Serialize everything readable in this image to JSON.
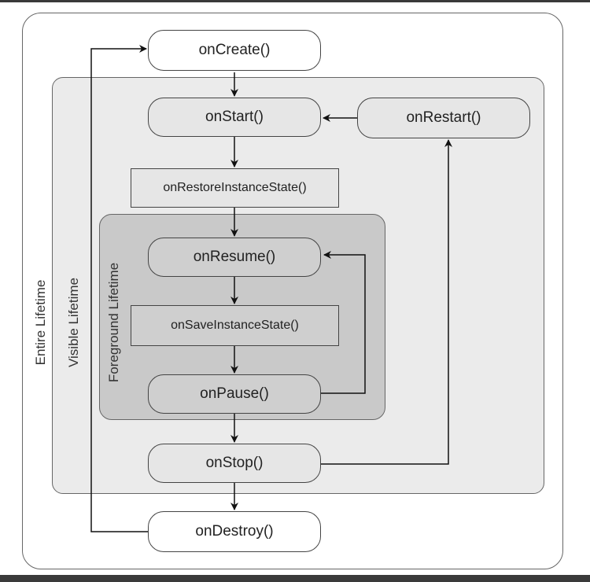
{
  "regions": {
    "entire_label": "Entire Lifetime",
    "visible_label": "Visible Lifetime",
    "foreground_label": "Foreground Lifetime"
  },
  "nodes": {
    "on_create": "onCreate()",
    "on_start": "onStart()",
    "on_restart": "onRestart()",
    "on_restore_instance_state": "onRestoreInstanceState()",
    "on_resume": "onResume()",
    "on_save_instance_state": "onSaveInstanceState()",
    "on_pause": "onPause()",
    "on_stop": "onStop()",
    "on_destroy": "onDestroy()"
  },
  "colors": {
    "entire_fill": "#ffffff",
    "visible_fill": "#ebebeb",
    "foreground_fill": "#c9c9c9",
    "stroke": "#444444"
  }
}
